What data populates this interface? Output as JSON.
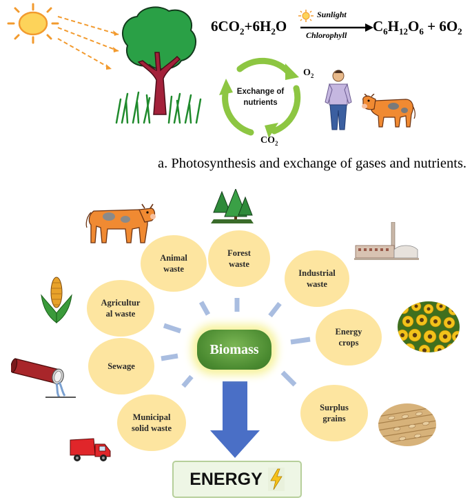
{
  "equation": {
    "reactant1": "6CO",
    "reactant1_sub": "2",
    "plus1": "+6H",
    "reactant2_sub": "2",
    "reactant2_end": "O",
    "above_arrow": "Sunlight",
    "below_arrow": "Chlorophyll",
    "product1_a": "C",
    "product1_sub1": "6",
    "product1_b": "H",
    "product1_sub2": "12",
    "product1_c": "O",
    "product1_sub3": "6",
    "plus2": " + 6O",
    "product2_sub": "2"
  },
  "cycle": {
    "center_label": "Exchange of\nnutrients",
    "o2_label": "O",
    "o2_sub": "2",
    "co2_label": "CO",
    "co2_sub": "2"
  },
  "caption": "a. Photosynthesis and exchange of gases and nutrients.",
  "biomass": {
    "center_label": "Biomass",
    "sources": [
      {
        "label": "Animal\nwaste"
      },
      {
        "label": "Forest\nwaste"
      },
      {
        "label": "Industrial\nwaste"
      },
      {
        "label": "Agricultur\nal waste"
      },
      {
        "label": "Energy\ncrops"
      },
      {
        "label": "Sewage"
      },
      {
        "label": "Surplus\ngrains"
      },
      {
        "label": "Municipal\nsolid waste"
      }
    ]
  },
  "output": {
    "label": "ENERGY"
  },
  "icons": [
    "sun-icon",
    "tree-icon",
    "cow-icon",
    "person-icon",
    "corn-icon",
    "pine-forest-icon",
    "factory-icon",
    "sunflower-field-icon",
    "pipe-icon",
    "grain-icon",
    "truck-icon",
    "lightning-icon"
  ],
  "colors": {
    "bubble": "#fde5a0",
    "biomass": "#4a8a30",
    "arrow": "#4a6fc6",
    "cycle": "#8dc642",
    "spoke": "#a9bde0"
  }
}
